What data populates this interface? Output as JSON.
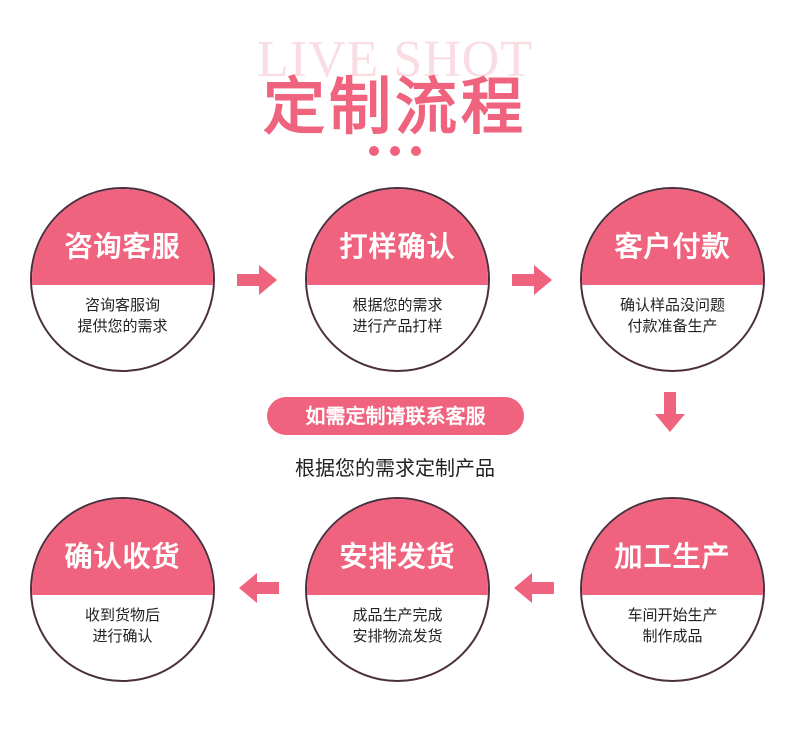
{
  "header": {
    "watermark": "LIVE SHOT",
    "title": "定制流程"
  },
  "steps": [
    {
      "title": "咨询客服",
      "lines": [
        "咨询客服询",
        "提供您的需求"
      ]
    },
    {
      "title": "打样确认",
      "lines": [
        "根据您的需求",
        "进行产品打样"
      ]
    },
    {
      "title": "客户付款",
      "lines": [
        "确认样品没问题",
        "付款准备生产"
      ]
    },
    {
      "title": "加工生产",
      "lines": [
        "车间开始生产",
        "制作成品"
      ]
    },
    {
      "title": "安排发货",
      "lines": [
        "成品生产完成",
        "安排物流发货"
      ]
    },
    {
      "title": "确认收货",
      "lines": [
        "收到货物后",
        "进行确认"
      ]
    }
  ],
  "middle": {
    "pill": "如需定制请联系客服",
    "note": "根据您的需求定制产品"
  },
  "colors": {
    "accent": "#f0637e",
    "outline": "#4a2f3f",
    "text": "#222222"
  }
}
